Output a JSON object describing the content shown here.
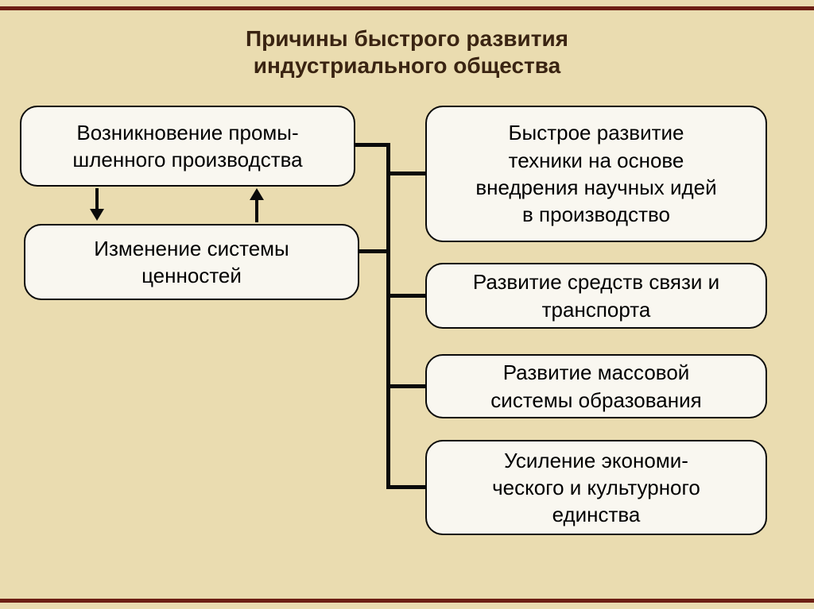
{
  "title": {
    "line1": "Причины быстрого развития",
    "line2": "индустриального общества"
  },
  "boxes": {
    "left": [
      {
        "id": "emergence-of-industrial-production",
        "text": "Возникновение промы-\nшленного производства"
      },
      {
        "id": "change-of-value-system",
        "text": "Изменение системы\nценностей"
      }
    ],
    "right": [
      {
        "id": "rapid-tech-development",
        "text": "Быстрое развитие\nтехники на основе\nвнедрения научных идей\nв производство"
      },
      {
        "id": "communications-and-transport",
        "text": "Развитие средств связи и\nтранспорта"
      },
      {
        "id": "mass-education-system",
        "text": "Развитие массовой\nсистемы образования"
      },
      {
        "id": "economic-cultural-unity",
        "text": "Усиление экономи-\nческого и культурного\nединства"
      }
    ]
  },
  "colors": {
    "background": "#eadcb0",
    "border_strip": "#6d1f14",
    "box_fill": "#f9f7f0",
    "connector": "#0a0a0a",
    "title_text": "#3a2412"
  }
}
